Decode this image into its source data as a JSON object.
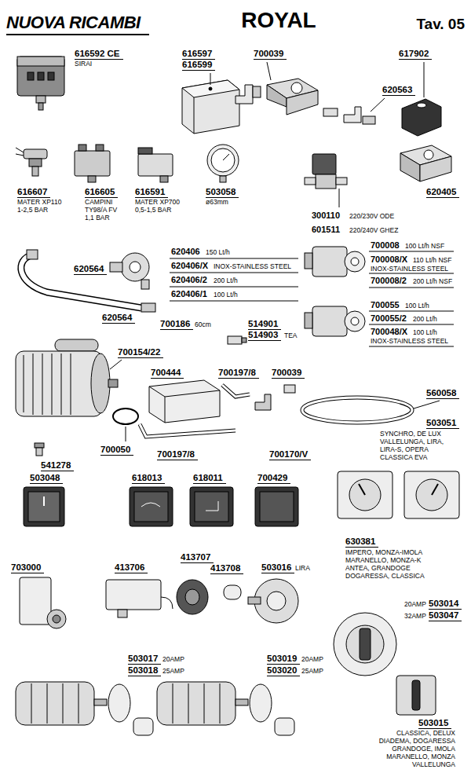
{
  "diagram": {
    "title": "ROYAL",
    "labels": [
      "NUOVA RICAMBI",
      "Tav. 05",
      "616592 CE",
      "SIRAI",
      "616597",
      "616599",
      "700039",
      "617902",
      "620563",
      "616607",
      "MATER XP110",
      "1-2,5 BAR",
      "616605",
      "CAMPINI",
      "TY98/A FV",
      "1,1 BAR",
      "616591",
      "MATER XP700",
      "0,5-1,5 BAR",
      "503058",
      "ø63mm",
      "620405",
      "300110",
      "220/230V ODE",
      "601511",
      "220/240V GHEZ",
      "620406",
      "150 Lt/h",
      "620406/X",
      "INOX-STAINLESS STEEL",
      "620406/2",
      "200 Lt/h",
      "620406/1",
      "100 Lt/h",
      "620564",
      "620564",
      "700008",
      "100 Lt/h NSF",
      "700008/X",
      "110 Lt/h NSF",
      "INOX-STAINLESS STEEL",
      "700008/2",
      "200 Lt/h NSF",
      "700055",
      "100 Lt/h",
      "700055/2",
      "200 Lt/h",
      "700048/X",
      "100 Lt/h",
      "INOX-STAINLESS STEEL",
      "700186",
      "60cm",
      "514901",
      "514903",
      "TEA",
      "700154/22",
      "700444",
      "700197/8",
      "700039",
      "560058",
      "700050",
      "700197/8",
      "700170/V",
      "503051",
      "SYNCHRO, DE LUX",
      "VALLELUNGA, LIRA,",
      "LIRA-S, OPERA",
      "CLASSICA EVA",
      "541278",
      "503048",
      "618013",
      "618011",
      "700429",
      "630381",
      "IMPERO, MONZA-IMOLA",
      "MARANELLO, MONZA-K",
      "ANTEA, GRANDOGE",
      "DOGARESSA, CLASSICA",
      "703000",
      "413706",
      "413707",
      "413708",
      "503016",
      "LIRA",
      "20AMP",
      "503014",
      "32AMP",
      "503047",
      "503017",
      "20AMP",
      "503018",
      "25AMP",
      "503019",
      "20AMP",
      "503020",
      "25AMP",
      "503015",
      "CLASSICA, DELUX",
      "DIADEMA, DOGARESSA",
      "GRANDOGE, IMOLA",
      "MARANELLO, MONZA",
      "VALLELUNGA"
    ]
  }
}
